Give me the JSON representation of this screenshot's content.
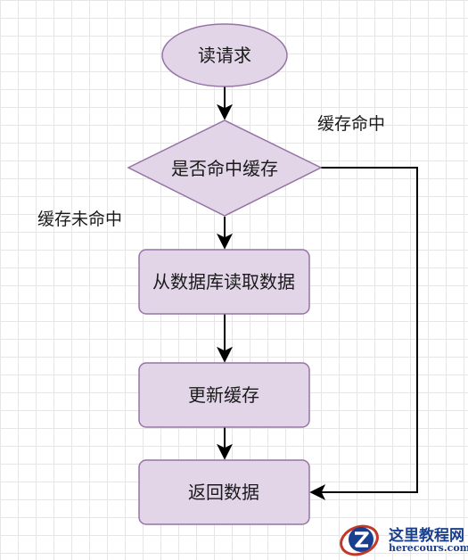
{
  "nodes": {
    "start": "读请求",
    "decision": "是否命中缓存",
    "read_db": "从数据库读取数据",
    "update_cache": "更新缓存",
    "return": "返回数据"
  },
  "edges": {
    "hit": "缓存命中",
    "miss": "缓存未命中"
  },
  "watermark": {
    "name": "这里教程网",
    "domain": "herecours.com"
  },
  "colors": {
    "node_fill": "#e1d5e7",
    "node_stroke": "#9673a6",
    "edge": "#000000",
    "watermark": "#1b3f8f"
  }
}
